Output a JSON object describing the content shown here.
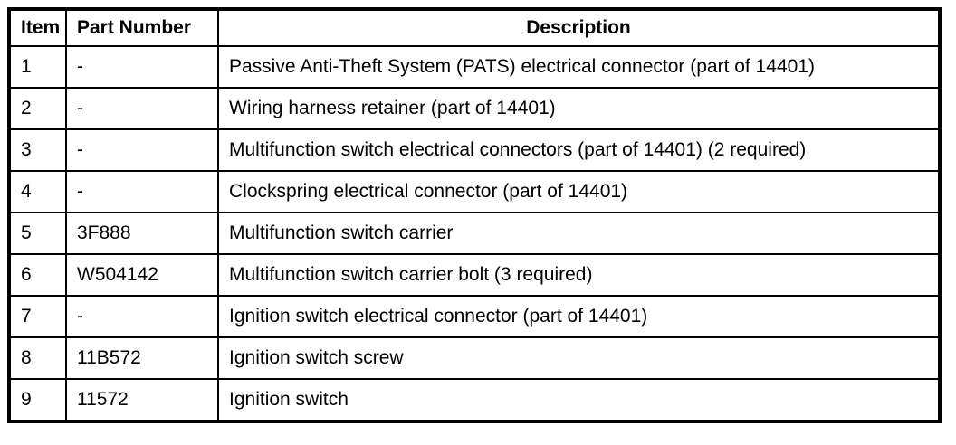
{
  "table": {
    "headers": [
      "Item",
      "Part Number",
      "Description"
    ],
    "rows": [
      {
        "item": "1",
        "part": "-",
        "desc": "Passive Anti-Theft System (PATS) electrical connector (part of 14401)"
      },
      {
        "item": "2",
        "part": "-",
        "desc": "Wiring harness retainer (part of 14401)"
      },
      {
        "item": "3",
        "part": "-",
        "desc": "Multifunction switch electrical connectors (part of 14401) (2 required)"
      },
      {
        "item": "4",
        "part": "-",
        "desc": "Clockspring electrical connector (part of 14401)"
      },
      {
        "item": "5",
        "part": "3F888",
        "desc": "Multifunction switch carrier"
      },
      {
        "item": "6",
        "part": "W504142",
        "desc": "Multifunction switch carrier bolt (3 required)"
      },
      {
        "item": "7",
        "part": "-",
        "desc": "Ignition switch electrical connector (part of 14401)"
      },
      {
        "item": "8",
        "part": "11B572",
        "desc": "Ignition switch screw"
      },
      {
        "item": "9",
        "part": "11572",
        "desc": "Ignition switch"
      }
    ],
    "border_color": "#000000",
    "background_color": "#ffffff"
  }
}
